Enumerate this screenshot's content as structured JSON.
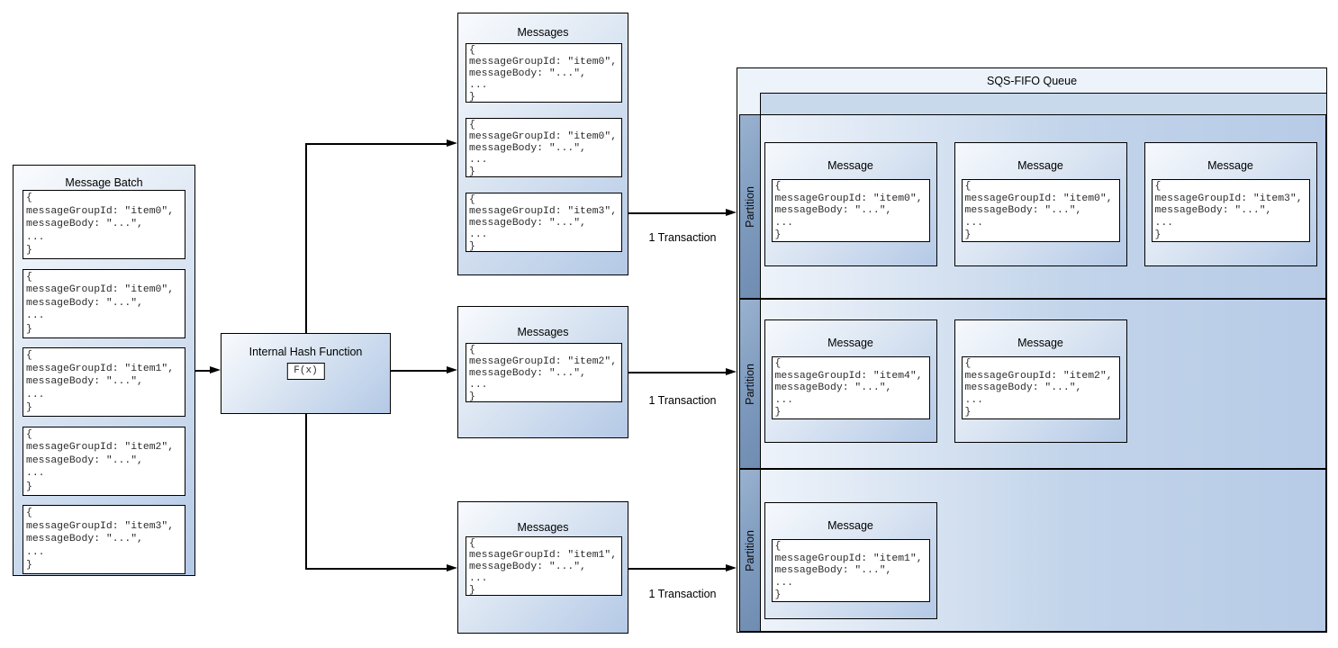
{
  "labels": {
    "transaction": "1 Transaction"
  },
  "batch": {
    "title": "Message Batch",
    "cards": [
      {
        "lines": [
          "{",
          "messageGroupId: \"item0\",",
          "messageBody: \"...\",",
          "...",
          "}"
        ]
      },
      {
        "lines": [
          "{",
          "messageGroupId: \"item0\",",
          "messageBody: \"...\",",
          "...",
          "}"
        ]
      },
      {
        "lines": [
          "{",
          "messageGroupId: \"item1\",",
          "messageBody: \"...\",",
          "...",
          "}"
        ]
      },
      {
        "lines": [
          "{",
          "messageGroupId: \"item2\",",
          "messageBody: \"...\",",
          "...",
          "}"
        ]
      },
      {
        "lines": [
          "{",
          "messageGroupId: \"item3\",",
          "messageBody: \"...\",",
          "...",
          "}"
        ]
      }
    ]
  },
  "hash": {
    "title": "Internal Hash Function",
    "formula": "F(x)"
  },
  "message_groups": [
    {
      "title": "Messages",
      "cards": [
        {
          "lines": [
            "{",
            "messageGroupId: \"item0\",",
            "messageBody: \"...\",",
            "...",
            "}"
          ]
        },
        {
          "lines": [
            "{",
            "messageGroupId: \"item0\",",
            "messageBody: \"...\",",
            "...",
            "}"
          ]
        },
        {
          "lines": [
            "{",
            "messageGroupId: \"item3\",",
            "messageBody: \"...\",",
            "...",
            "}"
          ]
        }
      ]
    },
    {
      "title": "Messages",
      "cards": [
        {
          "lines": [
            "{",
            "messageGroupId: \"item2\",",
            "messageBody: \"...\",",
            "...",
            "}"
          ]
        }
      ]
    },
    {
      "title": "Messages",
      "cards": [
        {
          "lines": [
            "{",
            "messageGroupId: \"item1\",",
            "messageBody: \"...\",",
            "...",
            "}"
          ]
        }
      ]
    }
  ],
  "queue": {
    "title": "SQS-FIFO Queue",
    "partitions": [
      {
        "label": "Partition",
        "messages": [
          {
            "title": "Message",
            "lines": [
              "{",
              "messageGroupId: \"item0\",",
              "messageBody: \"...\",",
              "...",
              "}"
            ]
          },
          {
            "title": "Message",
            "lines": [
              "{",
              "messageGroupId: \"item0\",",
              "messageBody: \"...\",",
              "...",
              "}"
            ]
          },
          {
            "title": "Message",
            "lines": [
              "{",
              "messageGroupId: \"item3\",",
              "messageBody: \"...\",",
              "...",
              "}"
            ]
          }
        ]
      },
      {
        "label": "Partition",
        "messages": [
          {
            "title": "Message",
            "lines": [
              "{",
              "messageGroupId: \"item4\",",
              "messageBody: \"...\",",
              "...",
              "}"
            ]
          },
          {
            "title": "Message",
            "lines": [
              "{",
              "messageGroupId: \"item2\",",
              "messageBody: \"...\",",
              "...",
              "}"
            ]
          }
        ]
      },
      {
        "label": "Partition",
        "messages": [
          {
            "title": "Message",
            "lines": [
              "{",
              "messageGroupId: \"item1\",",
              "messageBody: \"...\",",
              "...",
              "}"
            ]
          }
        ]
      }
    ]
  }
}
